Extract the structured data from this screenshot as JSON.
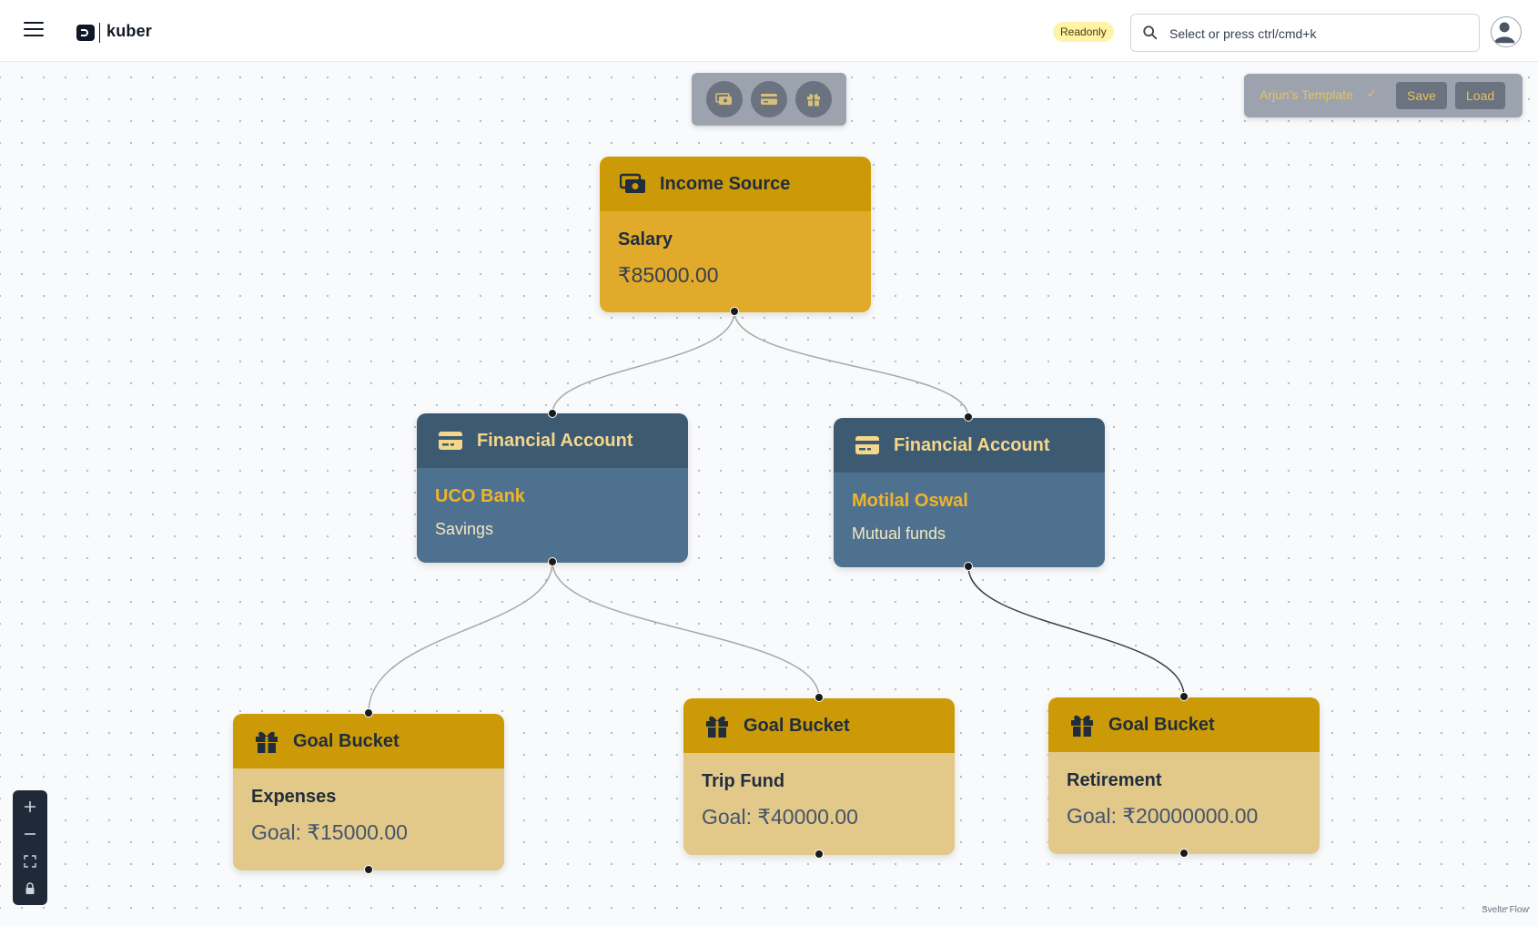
{
  "app": {
    "name": "kuber"
  },
  "header": {
    "menu_icon": "hamburger-menu-icon",
    "badge": "Readonly",
    "search": {
      "placeholder": "Select or press ctrl/cmd+k",
      "icon": "search-icon"
    },
    "avatar_icon": "user-avatar-icon"
  },
  "toolbar": {
    "tools": [
      {
        "icon": "income-source-icon"
      },
      {
        "icon": "financial-account-icon"
      },
      {
        "icon": "goal-bucket-icon"
      }
    ]
  },
  "template_panel": {
    "name": "Arjun's Template",
    "edit_icon": "✓",
    "save_label": "Save",
    "load_label": "Load"
  },
  "nodes": {
    "income": {
      "type": "Income Source",
      "name": "Salary",
      "amount": "₹85000.00"
    },
    "uco": {
      "type": "Financial Account",
      "name": "UCO Bank",
      "kind": "Savings"
    },
    "motilal": {
      "type": "Financial Account",
      "name": "Motilal Oswal",
      "kind": "Mutual funds"
    },
    "expenses": {
      "type": "Goal Bucket",
      "name": "Expenses",
      "goal": "Goal: ₹15000.00"
    },
    "trip": {
      "type": "Goal Bucket",
      "name": "Trip Fund",
      "goal": "Goal: ₹40000.00"
    },
    "retirement": {
      "type": "Goal Bucket",
      "name": "Retirement",
      "goal": "Goal: ₹20000000.00"
    }
  },
  "controls": {
    "zoom_in": "plus-icon",
    "zoom_out": "minus-icon",
    "fit_view": "fit-view-icon",
    "lock": "lock-icon"
  },
  "attribution": "Svelte Flow",
  "colors": {
    "income_header": "#cc9a06",
    "income_body": "#e2aa2a",
    "account_header": "#3d5a73",
    "account_body": "#4f7190",
    "goal_header": "#cc9a06",
    "goal_body": "#e2c98a",
    "badge_bg": "#fef3a6"
  }
}
